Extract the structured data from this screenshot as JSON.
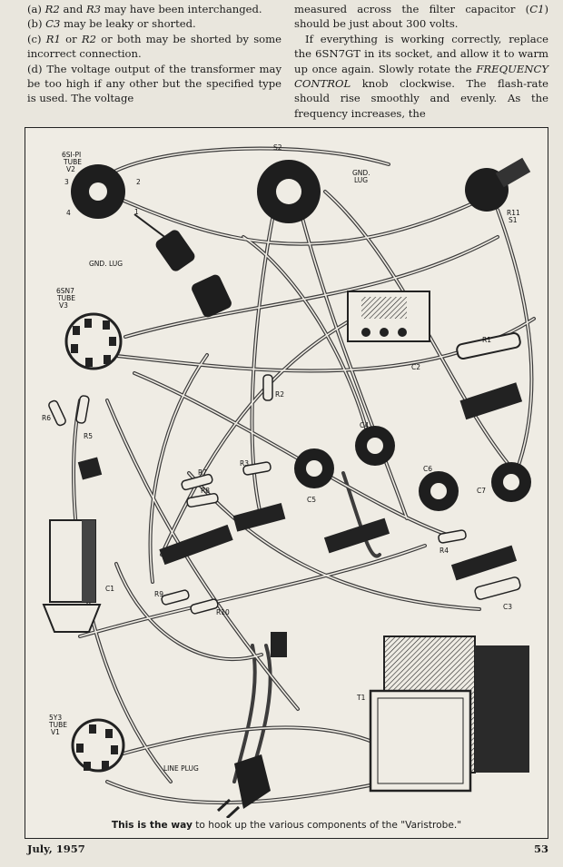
{
  "text": {
    "left_column": [
      {
        "pre": "(a) ",
        "em1": "R2",
        "mid": " and ",
        "em2": "R3",
        "post": " may have been interchanged."
      },
      {
        "pre": "(b) ",
        "em1": "C3",
        "mid": "",
        "em2": "",
        "post": " may be leaky or shorted."
      },
      {
        "pre": "(c) ",
        "em1": "R1",
        "mid": " or ",
        "em2": "R2",
        "post": " or both may be shorted by some incorrect connection."
      },
      {
        "pre": "(d) The voltage output of the transformer may be too high if any other but the specified type is used. The voltage",
        "em1": "",
        "mid": "",
        "em2": "",
        "post": ""
      }
    ],
    "right_column_p1": {
      "pre": "measured across the filter capacitor (",
      "em": "C1",
      "post": ") should be just about 300 volts."
    },
    "right_column_p2": {
      "pre": "If everything is working correctly, replace the 6SN7GT in its socket, and allow it to warm up once again. Slowly rotate the ",
      "em": "FREQUENCY CONTROL",
      "post": " knob clockwise. The flash-rate should rise smoothly and evenly. As the frequency increases, the"
    }
  },
  "figure": {
    "labels": {
      "v2_l1": "6SI-PI",
      "v2_l2": "TUBE",
      "v2_l3": "V2",
      "pin3": "3",
      "pin2": "2",
      "pin4": "4",
      "pin1": "1",
      "s2": "S2",
      "gnd1": "GND.",
      "gnd2": "LUG",
      "r11": "R11",
      "s1": "S1",
      "gnd_lug": "GND. LUG",
      "v3_l1": "6SN7",
      "v3_l2": "TUBE",
      "v3_l3": "V3",
      "r1": "R1",
      "c2": "C2",
      "r2": "R2",
      "r6": "R6",
      "r5": "R5",
      "r7": "R7",
      "r8": "R8",
      "r3": "R3",
      "c4": "C4",
      "c5": "C5",
      "c6": "C6",
      "c7": "C7",
      "r4": "R4",
      "c3": "C3",
      "c1": "C1",
      "r9": "R9",
      "r10": "R10",
      "t1": "T1",
      "v1_l1": "5Y3",
      "v1_l2": "TUBE",
      "v1_l3": "V1",
      "line_plug": "LINE PLUG"
    },
    "caption_bold": "This is the way",
    "caption_rest": " to hook up the various components of the \"Varistrobe.\""
  },
  "footer": {
    "date": "July, 1957",
    "page": "53"
  },
  "colors": {
    "ink": "#1b1b1b",
    "paper": "#e9e6dd"
  }
}
